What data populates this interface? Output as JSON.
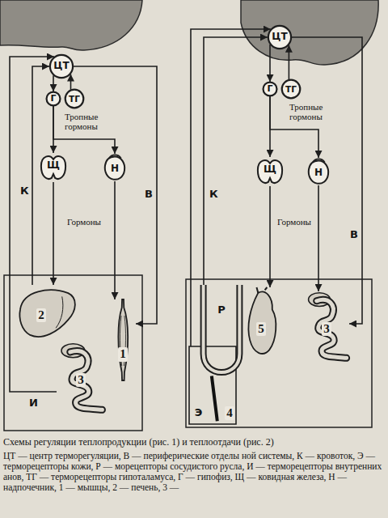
{
  "diagram": {
    "caption": "Схемы регуляции теплопродукции (рис. 1) и теплоотдачи (рис. 2)",
    "nodes": [
      {
        "text": [
          "ЦТ"
        ]
      },
      {
        "text": [
          "Г"
        ]
      },
      {
        "text": [
          "ТГ"
        ]
      },
      {
        "text": [
          "Щ"
        ]
      },
      {
        "text": [
          "Н"
        ]
      },
      {
        "text": [
          "2"
        ]
      },
      {
        "text": [
          "3"
        ]
      },
      {
        "text": [
          "1"
        ]
      },
      {
        "text": [
          "ЦТ"
        ]
      },
      {
        "text": [
          "Г"
        ]
      },
      {
        "text": [
          "ТГ"
        ]
      },
      {
        "text": [
          "Щ"
        ]
      },
      {
        "text": [
          "Н"
        ]
      },
      {
        "text": [
          "Э",
          "4"
        ]
      },
      {
        "text": [
          "Р"
        ]
      },
      {
        "text": [
          "5"
        ]
      },
      {
        "text": [
          "3"
        ]
      }
    ],
    "edges": [
      {
        "from": 0,
        "to": 1,
        "arrow": "to"
      },
      {
        "from": 2,
        "to": 0,
        "arrow": "to"
      },
      {
        "from": 1,
        "to": 3,
        "arrow": "to"
      },
      {
        "from": 1,
        "to": 4,
        "arrow": "to"
      },
      {
        "from": 3,
        "to": 5,
        "arrow": "to"
      },
      {
        "from": 4,
        "to": 7,
        "arrow": "to"
      },
      {
        "from": 5,
        "to": 0,
        "arrow": "to",
        "label": "К"
      },
      {
        "from": 6,
        "to": 0,
        "arrow": "to"
      },
      {
        "from": 0,
        "to": 7,
        "arrow": "to",
        "label": "В"
      },
      {
        "from": 8,
        "to": 9,
        "arrow": "to"
      },
      {
        "from": 10,
        "to": 8,
        "arrow": "to"
      },
      {
        "from": 9,
        "to": 11,
        "arrow": "to"
      },
      {
        "from": 9,
        "to": 12,
        "arrow": "to"
      },
      {
        "from": 11,
        "to": 15,
        "arrow": "to"
      },
      {
        "from": 12,
        "to": 16,
        "arrow": "to"
      },
      {
        "from": 14,
        "to": 8,
        "arrow": "to",
        "label": "К"
      },
      {
        "from": 13,
        "to": 8,
        "arrow": "to"
      },
      {
        "from": 8,
        "to": 16,
        "arrow": "to",
        "label": "В"
      }
    ],
    "labels": [
      "Тропные гормоны",
      "Гормоны",
      "И",
      "Тропные гормоны",
      "Гормоны",
      "ЦТ — центр терморегуляции, В — периферические отделы ной системы, К — кровоток, Э — терморецепторы кожи, Р — морецепторы сосудистого русла, И — терморецепторы внутренних анов, ТГ — терморецепторы гипоталамуса, Г — гипофиз, Щ — ковидная железа, Н — надпочечник, 1 — мышцы, 2 — печень, 3 —"
    ]
  }
}
